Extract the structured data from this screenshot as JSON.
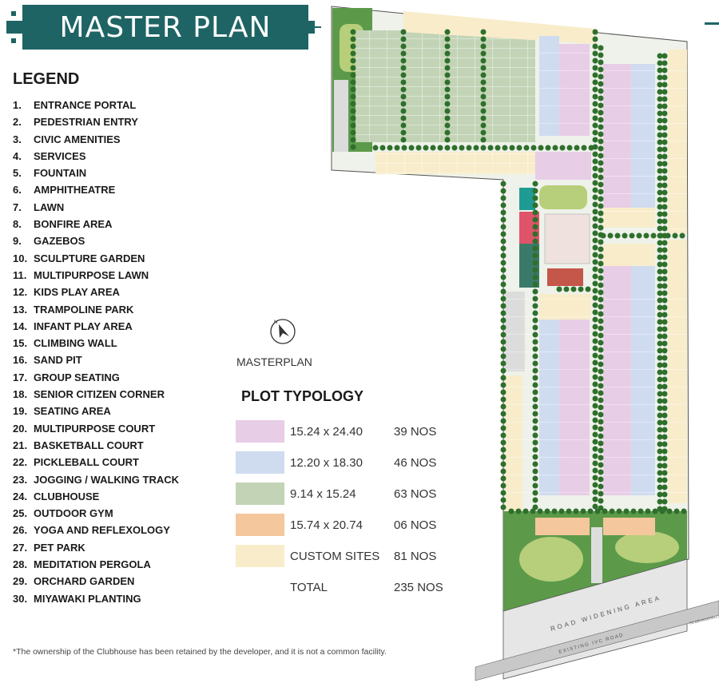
{
  "header": {
    "title": "MASTER PLAN",
    "accent_color": "#1f6464"
  },
  "legend": {
    "title": "LEGEND",
    "items": [
      {
        "num": "1.",
        "label": "ENTRANCE PORTAL"
      },
      {
        "num": "2.",
        "label": "PEDESTRIAN ENTRY"
      },
      {
        "num": "3.",
        "label": "CIVIC AMENITIES"
      },
      {
        "num": "4.",
        "label": "SERVICES"
      },
      {
        "num": "5.",
        "label": "FOUNTAIN"
      },
      {
        "num": "6.",
        "label": "AMPHITHEATRE"
      },
      {
        "num": "7.",
        "label": "LAWN"
      },
      {
        "num": "8.",
        "label": "BONFIRE AREA"
      },
      {
        "num": "9.",
        "label": "GAZEBOS"
      },
      {
        "num": "10.",
        "label": "SCULPTURE GARDEN"
      },
      {
        "num": "11.",
        "label": "MULTIPURPOSE LAWN"
      },
      {
        "num": "12.",
        "label": "KIDS PLAY AREA"
      },
      {
        "num": "13.",
        "label": "TRAMPOLINE PARK"
      },
      {
        "num": "14.",
        "label": "INFANT PLAY AREA"
      },
      {
        "num": "15.",
        "label": "CLIMBING WALL"
      },
      {
        "num": "16.",
        "label": "SAND PIT"
      },
      {
        "num": "17.",
        "label": "GROUP SEATING"
      },
      {
        "num": "18.",
        "label": "SENIOR CITIZEN CORNER"
      },
      {
        "num": "19.",
        "label": "SEATING AREA"
      },
      {
        "num": "20.",
        "label": "MULTIPURPOSE COURT"
      },
      {
        "num": "21.",
        "label": "BASKETBALL COURT"
      },
      {
        "num": "22.",
        "label": "PICKLEBALL COURT"
      },
      {
        "num": "23.",
        "label": "JOGGING / WALKING TRACK"
      },
      {
        "num": "24.",
        "label": "CLUBHOUSE"
      },
      {
        "num": "25.",
        "label": "OUTDOOR GYM"
      },
      {
        "num": "26.",
        "label": "YOGA AND REFLEXOLOGY"
      },
      {
        "num": "27.",
        "label": "PET PARK"
      },
      {
        "num": "28.",
        "label": "MEDITATION PERGOLA"
      },
      {
        "num": "29.",
        "label": "ORCHARD GARDEN"
      },
      {
        "num": "30.",
        "label": "MIYAWAKI PLANTING"
      }
    ]
  },
  "compass": {
    "icon": "north-arrow-icon",
    "north_label": "N",
    "label": "MASTERPLAN"
  },
  "plot_typology": {
    "title": "PLOT TYPOLOGY",
    "rows": [
      {
        "size": "15.24 x 24.40",
        "count": "39 NOS",
        "color": "#e8cde6"
      },
      {
        "size": "12.20 x 18.30",
        "count": "46 NOS",
        "color": "#cfdcf0"
      },
      {
        "size": "9.14 x 15.24",
        "count": "63 NOS",
        "color": "#c3d4b6"
      },
      {
        "size": "15.74 x 20.74",
        "count": "06 NOS",
        "color": "#f5c79c"
      },
      {
        "size": "CUSTOM SITES",
        "count": "81 NOS",
        "color": "#f8ecca"
      }
    ],
    "total_label": "TOTAL",
    "total_count": "235 NOS"
  },
  "map": {
    "road_widening_label": "ROAD WIDENING AREA",
    "existing_road_label": "EXISTING IVC ROAD",
    "direction_label": "TO DEVANAHALLI"
  },
  "footnote": "*The ownership of the Clubhouse has been retained by the developer, and it is not a common facility."
}
